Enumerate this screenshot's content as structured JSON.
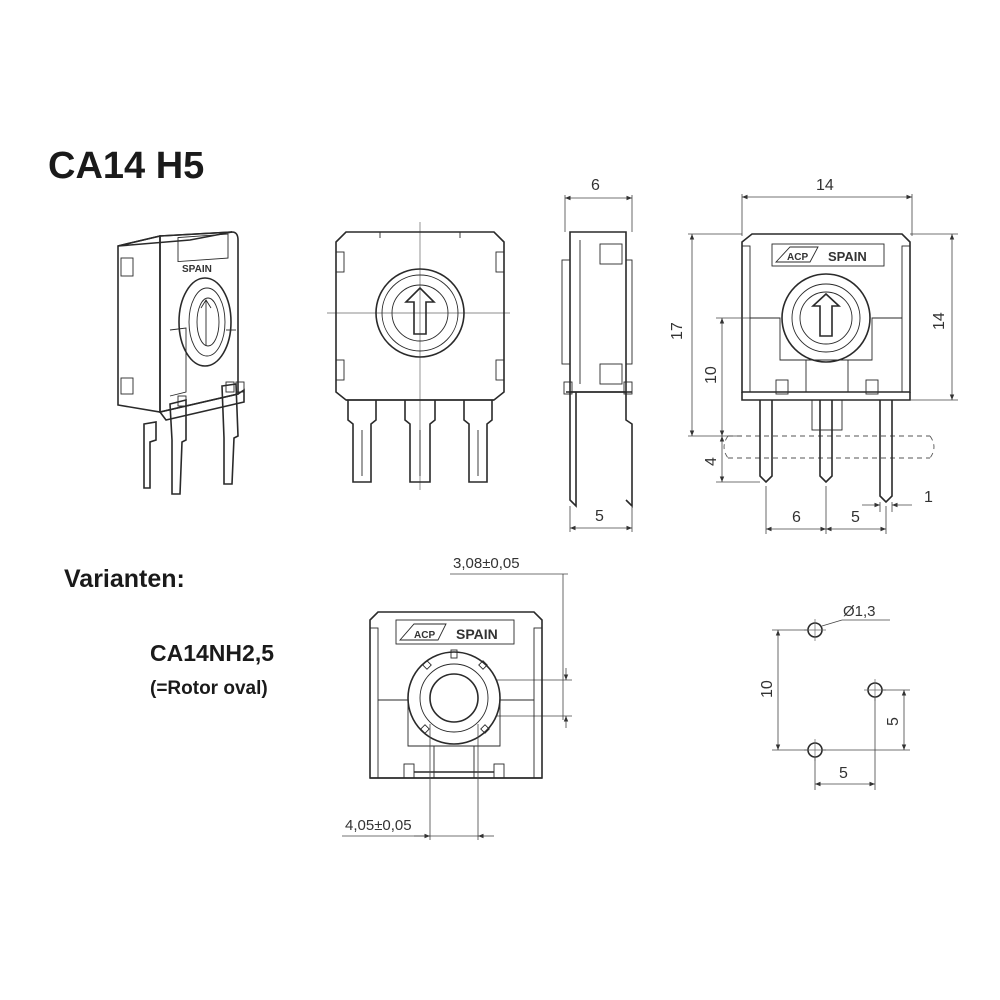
{
  "title": "CA14 H5",
  "variants": {
    "heading": "Varianten:",
    "model": "CA14NH2,5",
    "note": "(=Rotor oval)"
  },
  "marking": {
    "logo": "ACP",
    "country": "SPAIN"
  },
  "dimensions": {
    "side_width": "6",
    "side_pin_spacing": "5",
    "front_width": "14",
    "total_height": "17",
    "body_height": "14",
    "axis_height": "10",
    "pin_offset": "4",
    "pin_pitch_1": "6",
    "pin_pitch_2": "5",
    "pin_width": "1",
    "rotor_height": "3,08±0,05",
    "rotor_width": "4,05±0,05"
  },
  "footprint": {
    "hole_diameter": "Ø1,3",
    "vertical_spacing": "10",
    "vertical_offset": "5",
    "horizontal_spacing": "5"
  }
}
